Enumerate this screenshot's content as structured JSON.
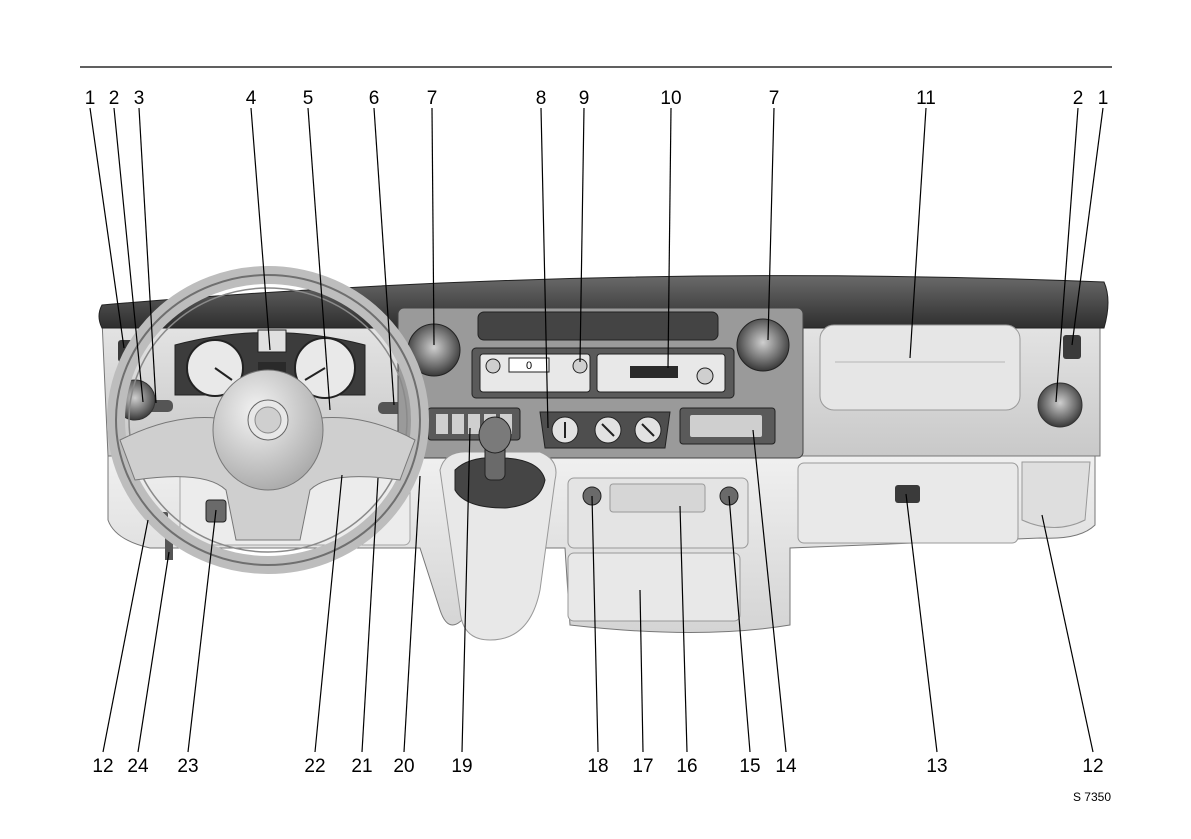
{
  "callouts_top": [
    "1",
    "2",
    "3",
    "4",
    "5",
    "6",
    "7",
    "8",
    "9",
    "10",
    "7",
    "11",
    "2",
    "1"
  ],
  "callouts_bottom": [
    "12",
    "24",
    "23",
    "22",
    "21",
    "20",
    "19",
    "18",
    "17",
    "16",
    "15",
    "14",
    "13",
    "12"
  ],
  "figure_code": "S 7350",
  "radio_display": "0",
  "colors": {
    "line": "#000000",
    "dash_top": "#4a4a4a",
    "dash_face": "#d9d9d9",
    "panel_dark": "#5a5a5a",
    "trim_light": "#ececec"
  },
  "icons": [
    "steering-wheel-icon",
    "gear-lever-icon",
    "vent-icon",
    "radio-icon",
    "glovebox-icon"
  ]
}
